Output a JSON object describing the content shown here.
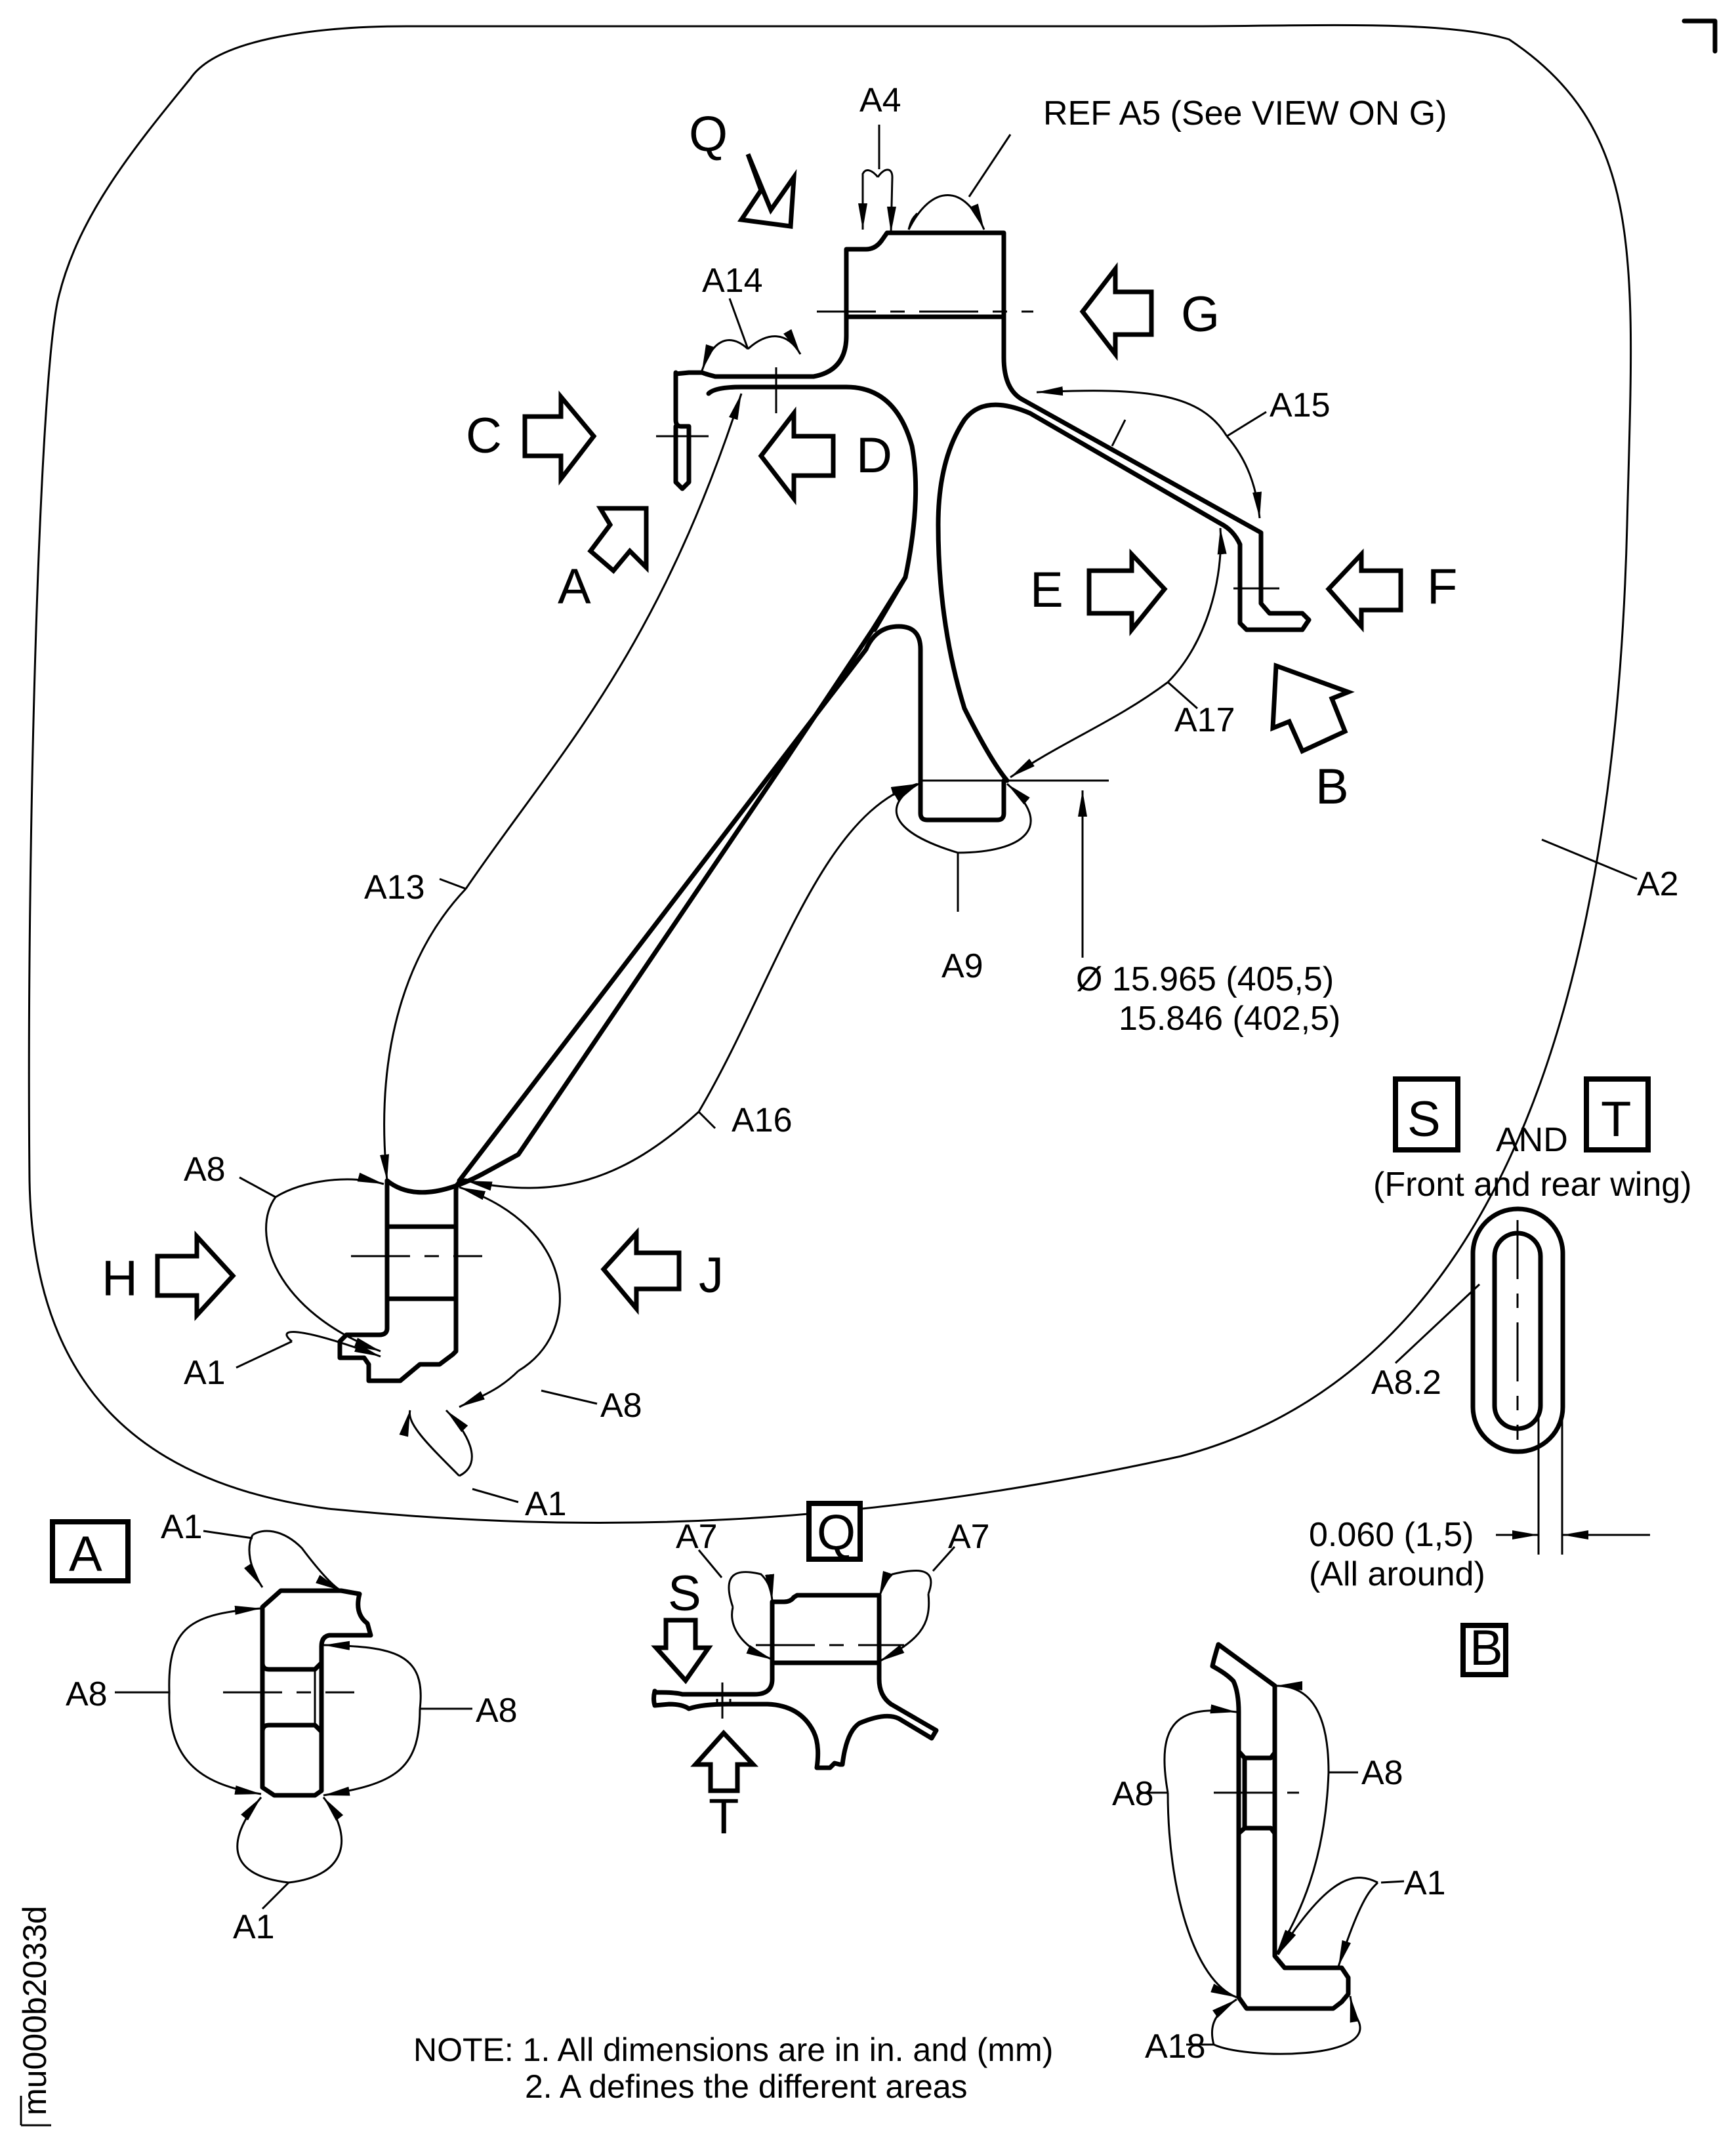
{
  "drawing": {
    "id": "mu000b2033d",
    "main_view": {
      "ref_label": "REF A5 (See VIEW ON G)",
      "area_labels": {
        "a4": "A4",
        "a14": "A14",
        "a15": "A15",
        "a17": "A17",
        "a13": "A13",
        "a9": "A9",
        "a16": "A16",
        "a2": "A2",
        "a8_left": "A8",
        "a8_right": "A8",
        "a1_left": "A1",
        "a1_bottom": "A1"
      },
      "view_arrows": {
        "q": "Q",
        "g": "G",
        "c": "C",
        "d": "D",
        "a": "A",
        "e": "E",
        "f": "F",
        "b": "B",
        "h": "H",
        "j": "J"
      },
      "diameter": {
        "line1": "Ø 15.965 (405,5)",
        "line2": "15.846 (402,5)"
      }
    },
    "view_st": {
      "title_s": "S",
      "title_and": "AND",
      "title_t": "T",
      "subtitle": "(Front and rear wing)",
      "area_label": "A8.2",
      "dimension_line1": "0.060 (1,5)",
      "dimension_line2": "(All around)"
    },
    "view_a": {
      "title": "A",
      "labels": {
        "a1_top": "A1",
        "a8_left": "A8",
        "a8_right": "A8",
        "a1_bottom": "A1"
      }
    },
    "view_q": {
      "title": "Q",
      "labels": {
        "a7_left": "A7",
        "a7_right": "A7",
        "s": "S",
        "t": "T"
      }
    },
    "view_b": {
      "title": "B",
      "labels": {
        "a8_left": "A8",
        "a8_right": "A8",
        "a1": "A1",
        "a18": "A18"
      }
    },
    "notes": {
      "line1": "NOTE: 1. All dimensions are in in. and (mm)",
      "line2": "2. A defines the different areas"
    }
  }
}
